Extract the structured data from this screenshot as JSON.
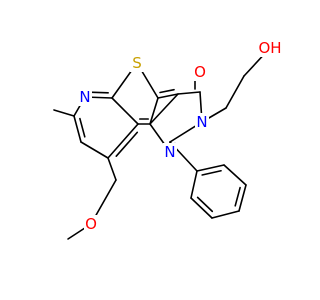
{
  "molecule": {
    "atoms": {
      "S": {
        "label": "S",
        "color": "#C8A000"
      },
      "O_carbonyl": {
        "label": "O",
        "color": "#FF0000"
      },
      "OH": {
        "label": "OH",
        "color": "#FF0000"
      },
      "N_pyridine": {
        "label": "N",
        "color": "#0000FF"
      },
      "N_pyr3": {
        "label": "N",
        "color": "#0000FF"
      },
      "N_pyr1": {
        "label": "N",
        "color": "#0000FF"
      },
      "O_ether": {
        "label": "O",
        "color": "#FF0000"
      }
    },
    "bond_color": "#000000"
  }
}
